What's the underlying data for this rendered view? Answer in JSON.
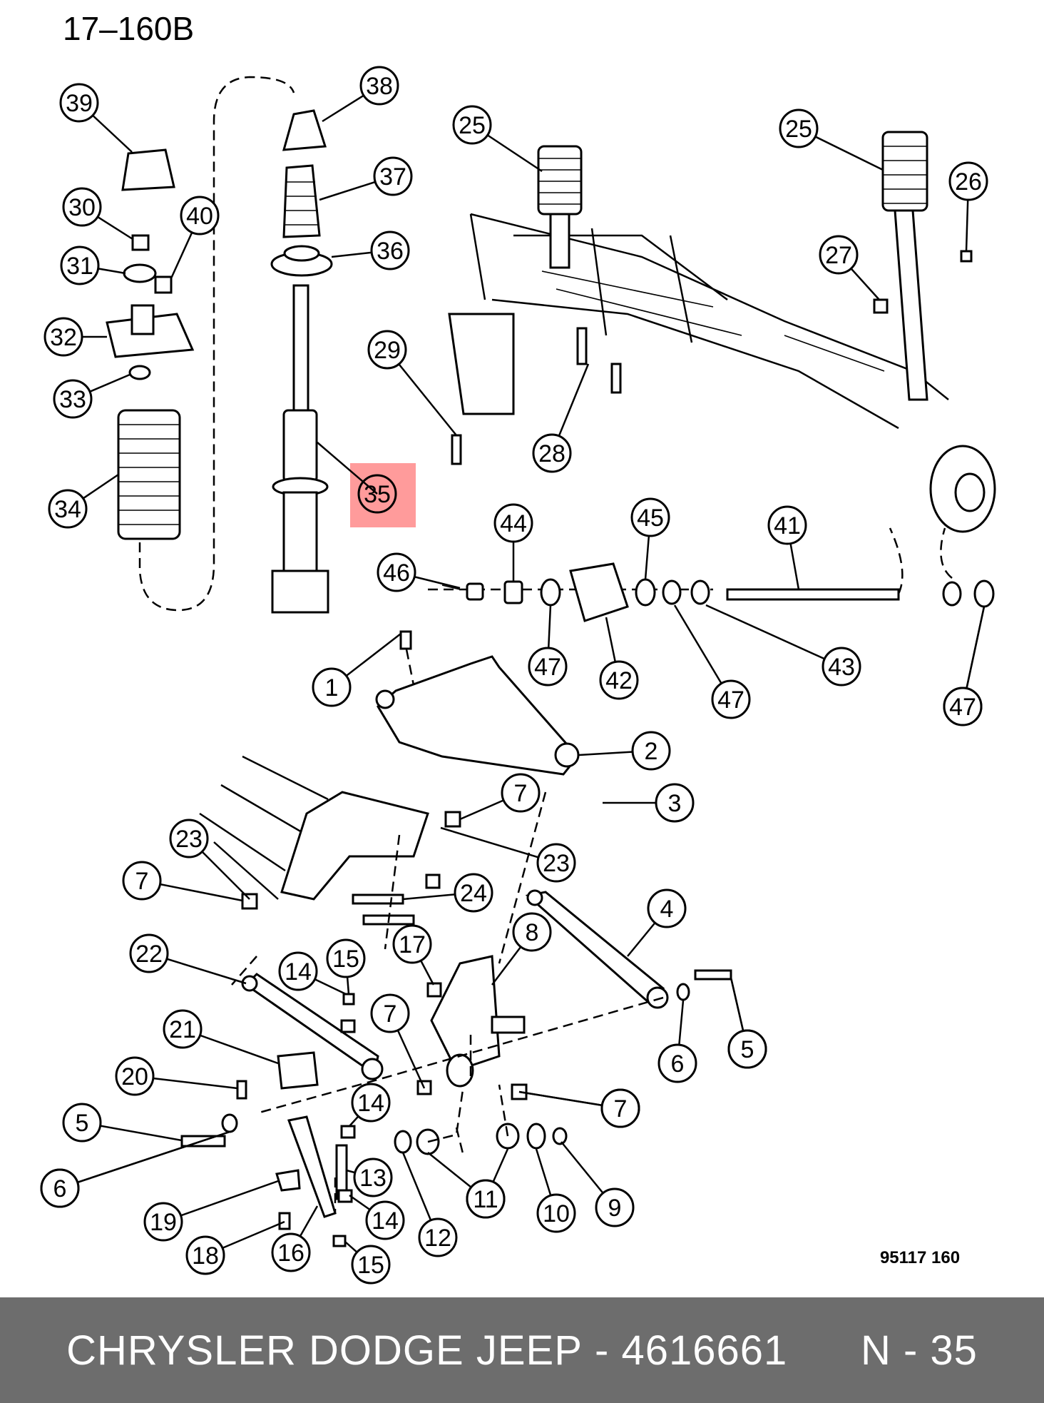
{
  "diagram": {
    "sheet_code": "17–160B",
    "drawing_number": "95117  160",
    "highlight_color": "#ff8a8a",
    "highlighted_callout": "35",
    "callouts": [
      "1",
      "2",
      "3",
      "4",
      "5",
      "5",
      "5",
      "6",
      "6",
      "6",
      "7",
      "7",
      "7",
      "7",
      "7",
      "8",
      "9",
      "10",
      "11",
      "11",
      "12",
      "13",
      "14",
      "14",
      "14",
      "15",
      "15",
      "16",
      "17",
      "18",
      "19",
      "20",
      "21",
      "22",
      "23",
      "23",
      "24",
      "25",
      "25",
      "26",
      "27",
      "28",
      "29",
      "30",
      "31",
      "32",
      "33",
      "34",
      "35",
      "36",
      "37",
      "38",
      "39",
      "40",
      "41",
      "42",
      "43",
      "44",
      "45",
      "46",
      "47",
      "47",
      "47",
      "47"
    ]
  },
  "footer": {
    "brand": "CHRYSLER DODGE JEEP",
    "separator": " - ",
    "part_number": "4616661",
    "page_ref": "N - 35",
    "background_color": "#6d6d6d",
    "text_color": "#ffffff"
  }
}
